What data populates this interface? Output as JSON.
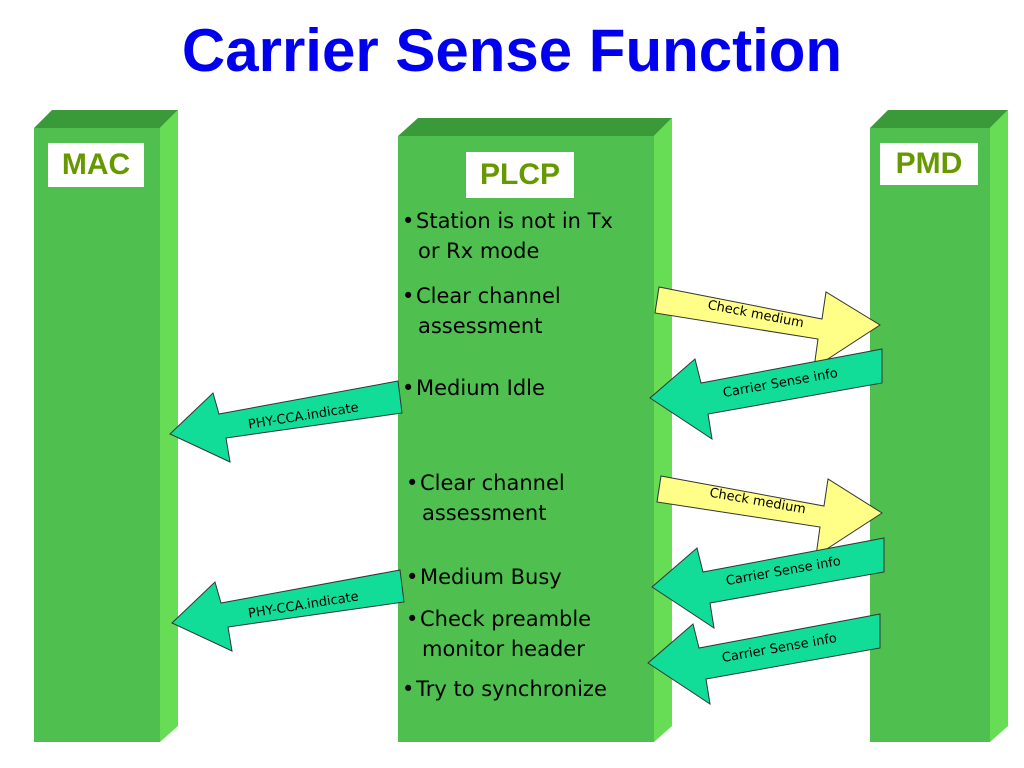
{
  "title": "Carrier Sense Function",
  "columns": {
    "mac": "MAC",
    "plcp": "PLCP",
    "pmd": "PMD"
  },
  "plcp_bullets": [
    {
      "line1": "Station is not in Tx",
      "line2": "or Rx mode"
    },
    {
      "line1": "Clear channel",
      "line2": "assessment"
    },
    {
      "line1": "Medium Idle",
      "line2": ""
    },
    {
      "line1": "Clear channel",
      "line2": "assessment"
    },
    {
      "line1": "Medium Busy",
      "line2": ""
    },
    {
      "line1": "Check preamble",
      "line2": "monitor header"
    },
    {
      "line1": "Try to synchronize",
      "line2": ""
    }
  ],
  "arrows": {
    "check_medium_1": "Check medium",
    "carrier_sense_1": "Carrier Sense info",
    "phy_cca_1": "PHY-CCA.indicate",
    "check_medium_2": "Check medium",
    "carrier_sense_2": "Carrier Sense info",
    "phy_cca_2": "PHY-CCA.indicate",
    "carrier_sense_3": "Carrier Sense info"
  },
  "colors": {
    "column_front": "#4fc04f",
    "column_top": "#3a9a3a",
    "column_side": "#66dd55",
    "arrow_teal": "#11dd99",
    "arrow_yellow": "#ffff88",
    "title": "#0000ee",
    "label_text": "#669900"
  }
}
